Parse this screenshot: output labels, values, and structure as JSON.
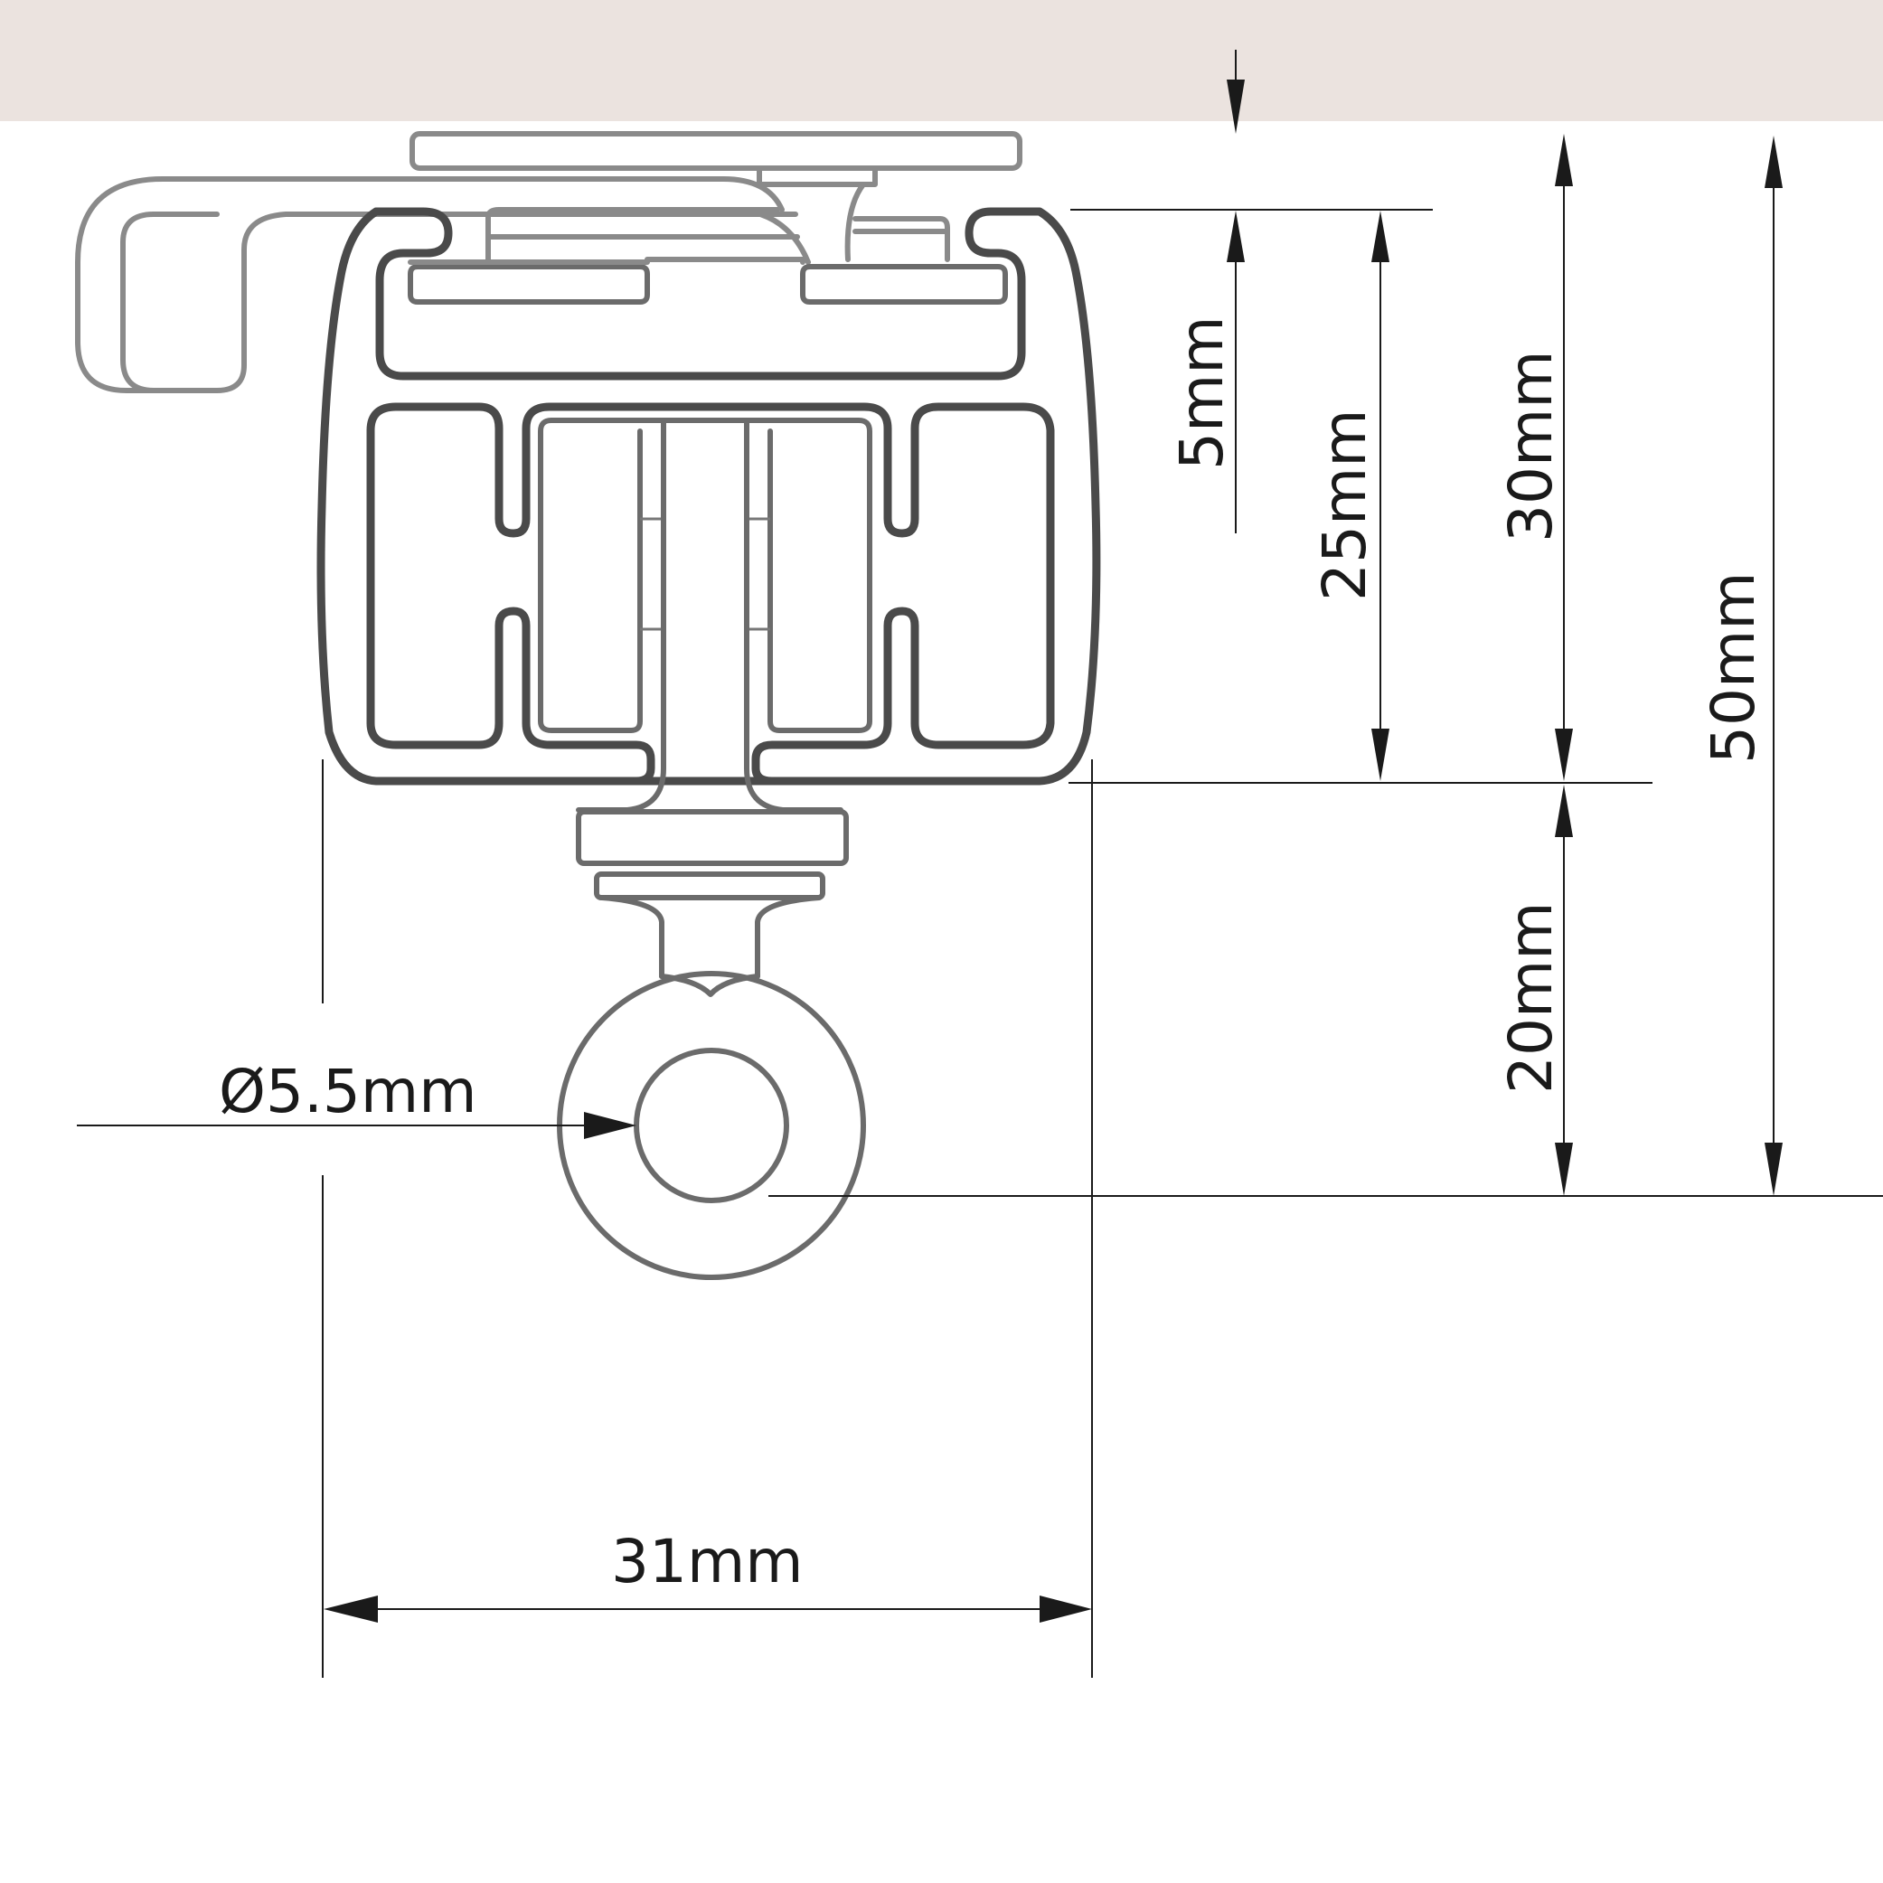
{
  "colors": {
    "ceiling": "#ebe3df",
    "line": "#1a1a1a",
    "outline_dark": "#4a4a4a",
    "outline_mid": "#6b6b6b",
    "outline_light": "#8a8a8a"
  },
  "dimensions": {
    "hole_diameter": "Ø5.5mm",
    "width": "31mm",
    "gap_top": "5mm",
    "body_height": "25mm",
    "body_total": "30mm",
    "overall_height": "50mm",
    "hook_drop": "20mm"
  }
}
